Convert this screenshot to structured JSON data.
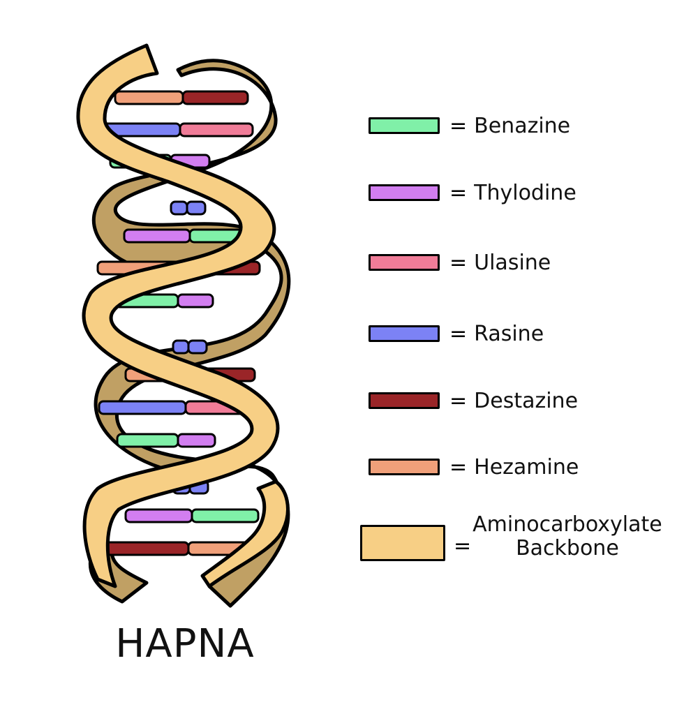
{
  "title": "HAPNA",
  "legend": [
    {
      "name": "Benazine",
      "color": "#80f0a8"
    },
    {
      "name": "Thylodine",
      "color": "#d27ef0"
    },
    {
      "name": "Ulasine",
      "color": "#f07c98"
    },
    {
      "name": "Rasine",
      "color": "#7c82f5"
    },
    {
      "name": "Destazine",
      "color": "#9a2528"
    },
    {
      "name": "Hezamine",
      "color": "#f0a07a"
    }
  ],
  "backbone": {
    "line1": "Aminocarboxylate",
    "line2": "Backbone",
    "color": "#f7cf85",
    "back_color": "#c0a064"
  },
  "equals": "="
}
